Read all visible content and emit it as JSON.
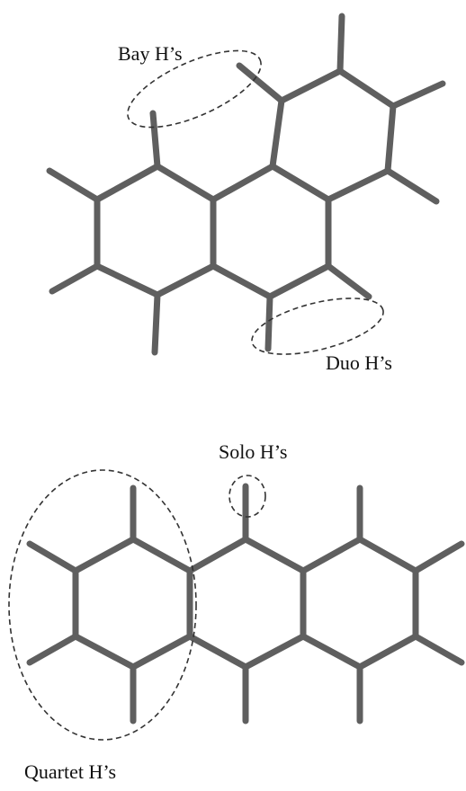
{
  "colors": {
    "bond": "#5f5f5f",
    "outline": "#333333",
    "text": "#111111",
    "background": "#ffffff"
  },
  "molecules": [
    {
      "id": "top",
      "labels": {
        "bay": "Bay H’s",
        "duo": "Duo H’s"
      }
    },
    {
      "id": "bottom",
      "labels": {
        "solo": "Solo H’s",
        "quartet": "Quartet H’s"
      }
    }
  ]
}
